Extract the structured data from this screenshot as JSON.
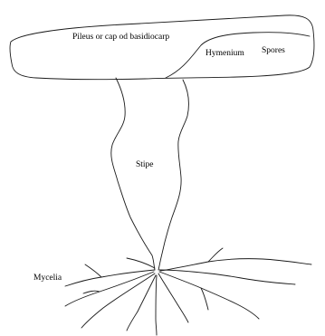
{
  "labels": {
    "cap": "Pileus or cap od basidiocarp",
    "hymenium": "Hymenium",
    "spores": "Spores",
    "stipe": "Stipe",
    "mycelia": "Mycelia"
  }
}
